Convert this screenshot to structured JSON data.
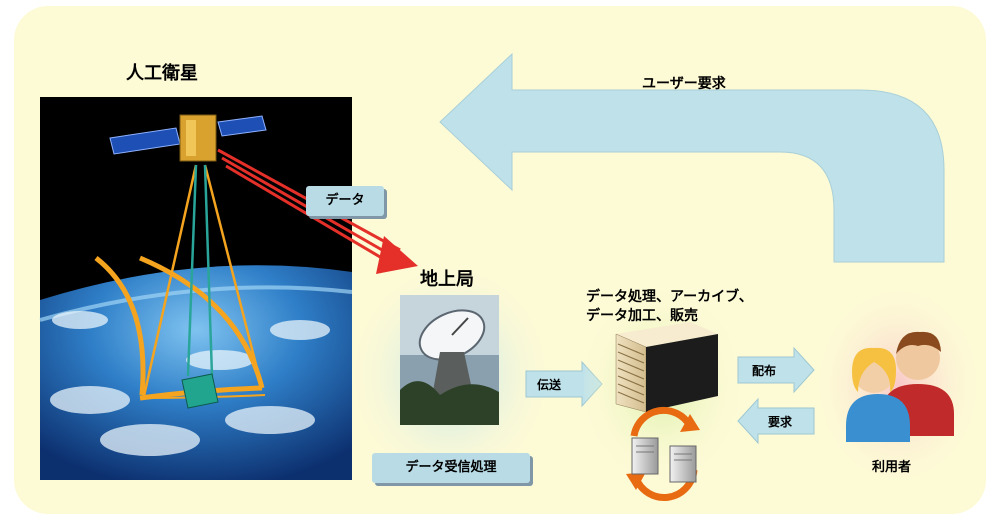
{
  "labels": {
    "satellite": "人工衛星",
    "user_request": "ユーザー要求",
    "data": "データ",
    "ground_station": "地上局",
    "processing_line1": "データ処理、アーカイブ、",
    "processing_line2": "データ加工、販売",
    "transfer": "伝送",
    "distribution": "配布",
    "request": "要求",
    "users": "利用者",
    "data_reception": "データ受信処理"
  },
  "colors": {
    "background_panel": "#fdfad6",
    "big_arrow": "#bfe2ea",
    "downlink": "#e5302a",
    "swath": "#f4a41e"
  }
}
